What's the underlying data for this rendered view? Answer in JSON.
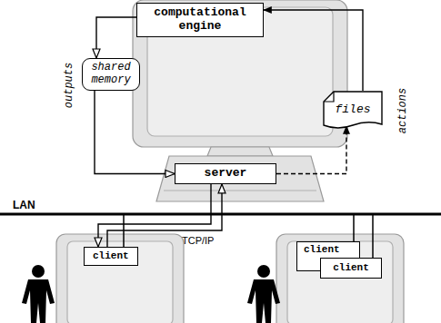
{
  "diagram": {
    "nodes": [
      {
        "text": [
          "computational engine"
        ]
      },
      {
        "text": [
          "shared memory"
        ]
      },
      {
        "text": [
          "files"
        ]
      },
      {
        "text": [
          "server"
        ]
      },
      {
        "text": [
          "client"
        ]
      },
      {
        "text": [
          "client"
        ]
      },
      {
        "text": [
          "client"
        ]
      }
    ],
    "edges": [
      {
        "from": 0,
        "to": 1,
        "arrow": "to"
      },
      {
        "from": 1,
        "to": 3,
        "arrow": "to"
      },
      {
        "from": 3,
        "to": 2,
        "arrow": "to"
      },
      {
        "from": 2,
        "to": 0,
        "arrow": "to"
      },
      {
        "from": 3,
        "to": 4,
        "arrow": "to"
      },
      {
        "from": 4,
        "to": 3,
        "arrow": "to"
      }
    ],
    "labels": [
      "outputs",
      "actions",
      "LAN",
      "TCP/IP"
    ]
  }
}
